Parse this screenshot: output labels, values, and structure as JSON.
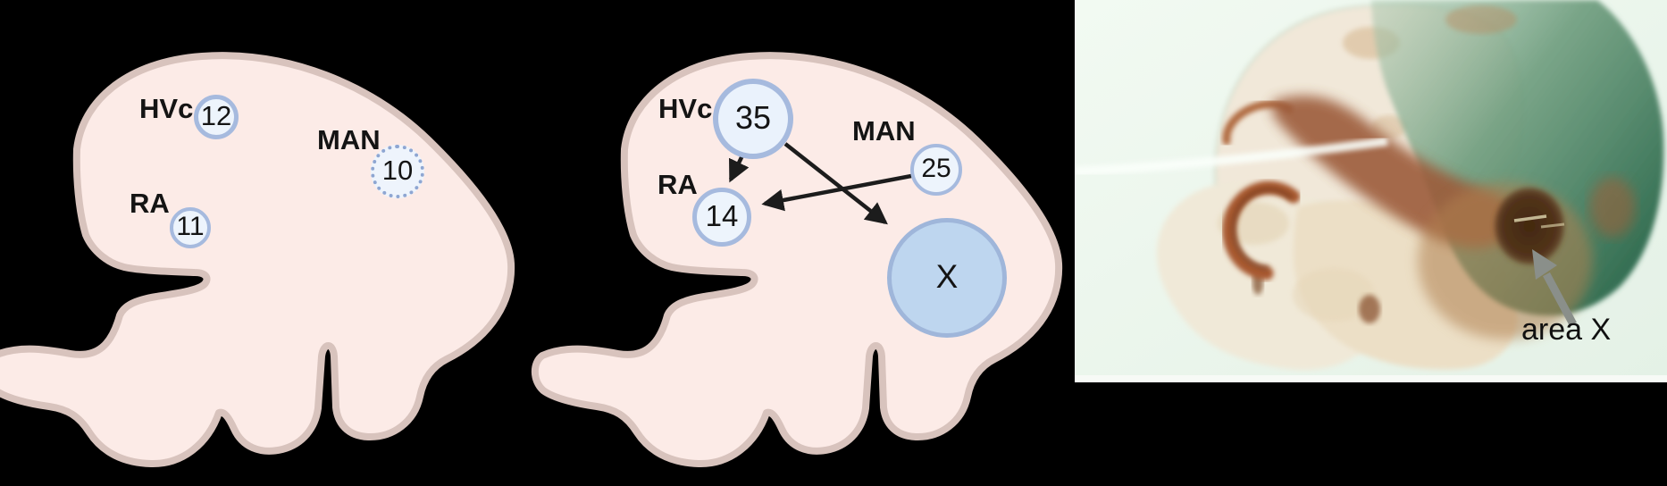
{
  "figure": {
    "description_left": "schematic songbird brain, small song nuclei",
    "description_middle": "schematic songbird brain, enlarged song nuclei with projections",
    "description_right": "sagittal brain section photomicrograph"
  },
  "left": {
    "hvc_label": "HVc",
    "hvc_value": "12",
    "man_label": "MAN",
    "man_value": "10",
    "ra_label": "RA",
    "ra_value": "11"
  },
  "middle": {
    "hvc_label": "HVc",
    "hvc_value": "35",
    "man_label": "MAN",
    "man_value": "25",
    "ra_label": "RA",
    "ra_value": "14",
    "x_value": "X",
    "connections": [
      {
        "from": "HVc",
        "to": "RA"
      },
      {
        "from": "HVc",
        "to": "X"
      },
      {
        "from": "MAN",
        "to": "RA"
      }
    ]
  },
  "photo": {
    "area_label": "area X"
  },
  "colors": {
    "background": "#000000",
    "brain_fill": "#fcebe7",
    "brain_outline": "#d8c3bd",
    "node_fill": "#edf4fc",
    "node_border": "#a6bade",
    "x_node_fill": "#bed6ef",
    "arrow": "#1c1c1c",
    "photo_background": "#e9f4ea",
    "photo_green_mass": "#2e6a4e",
    "photo_area_x": "#4f3018",
    "photo_arrow": "#8a8f8a"
  }
}
